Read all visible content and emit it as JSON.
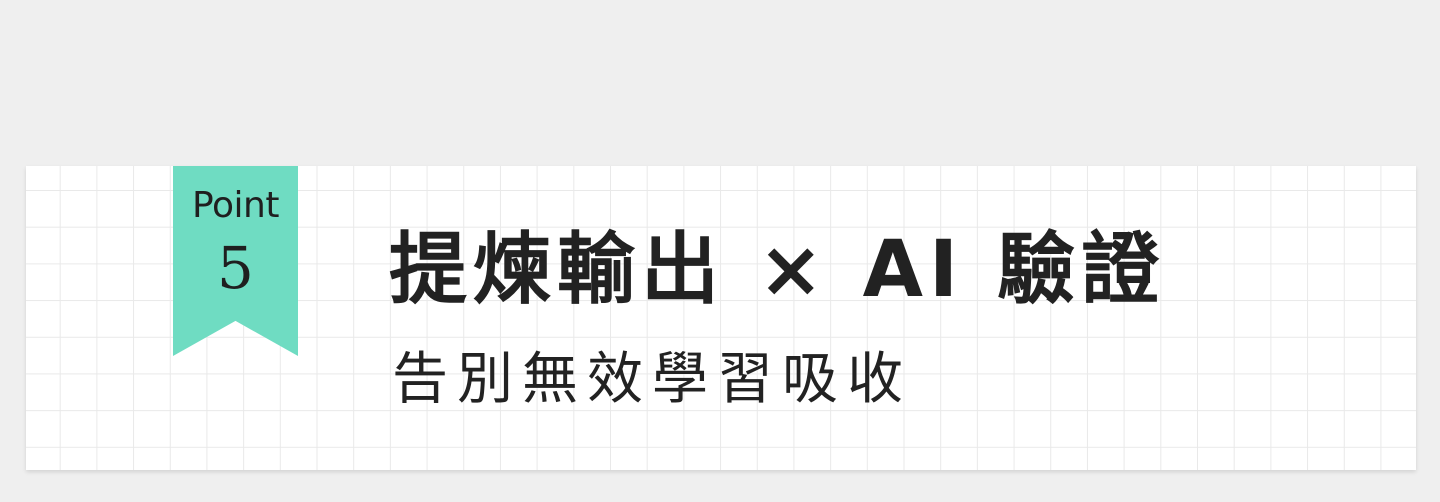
{
  "ribbon": {
    "label": "Point",
    "number": "5",
    "color": "#6fdcc2"
  },
  "headline": "提煉輸出 × AI 驗證",
  "subheadline": "告別無效學習吸收",
  "colors": {
    "background": "#efefef",
    "card": "#ffffff",
    "grid": "#e9e9e9",
    "text": "#222222"
  }
}
